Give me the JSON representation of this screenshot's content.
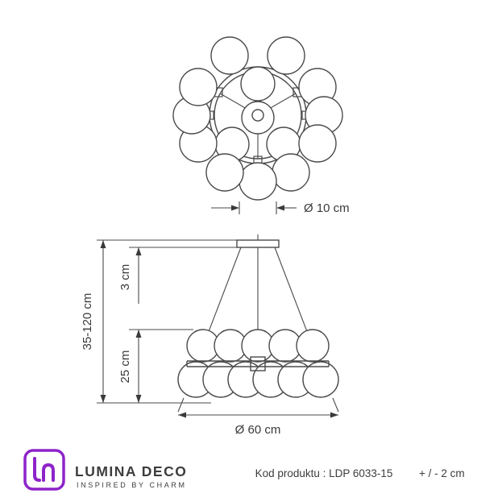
{
  "drawing": {
    "top_view": {
      "globe_diameter_label": "Ø 10 cm"
    },
    "side_view": {
      "height_range_label": "35-120 cm",
      "canopy_height_label": "3 cm",
      "body_height_label": "25 cm",
      "diameter_label": "Ø 60 cm"
    }
  },
  "footer": {
    "brand_name": "LUMINA DECO",
    "brand_tagline": "INSPIRED BY CHARM",
    "product_code": "Kod produktu : LDP 6033-15",
    "tolerance": "+ / - 2 cm"
  },
  "colors": {
    "line": "#4a4a4a",
    "brand_purple": "#8e24c9",
    "text_dark": "#2e2e2e",
    "background": "#ffffff"
  }
}
